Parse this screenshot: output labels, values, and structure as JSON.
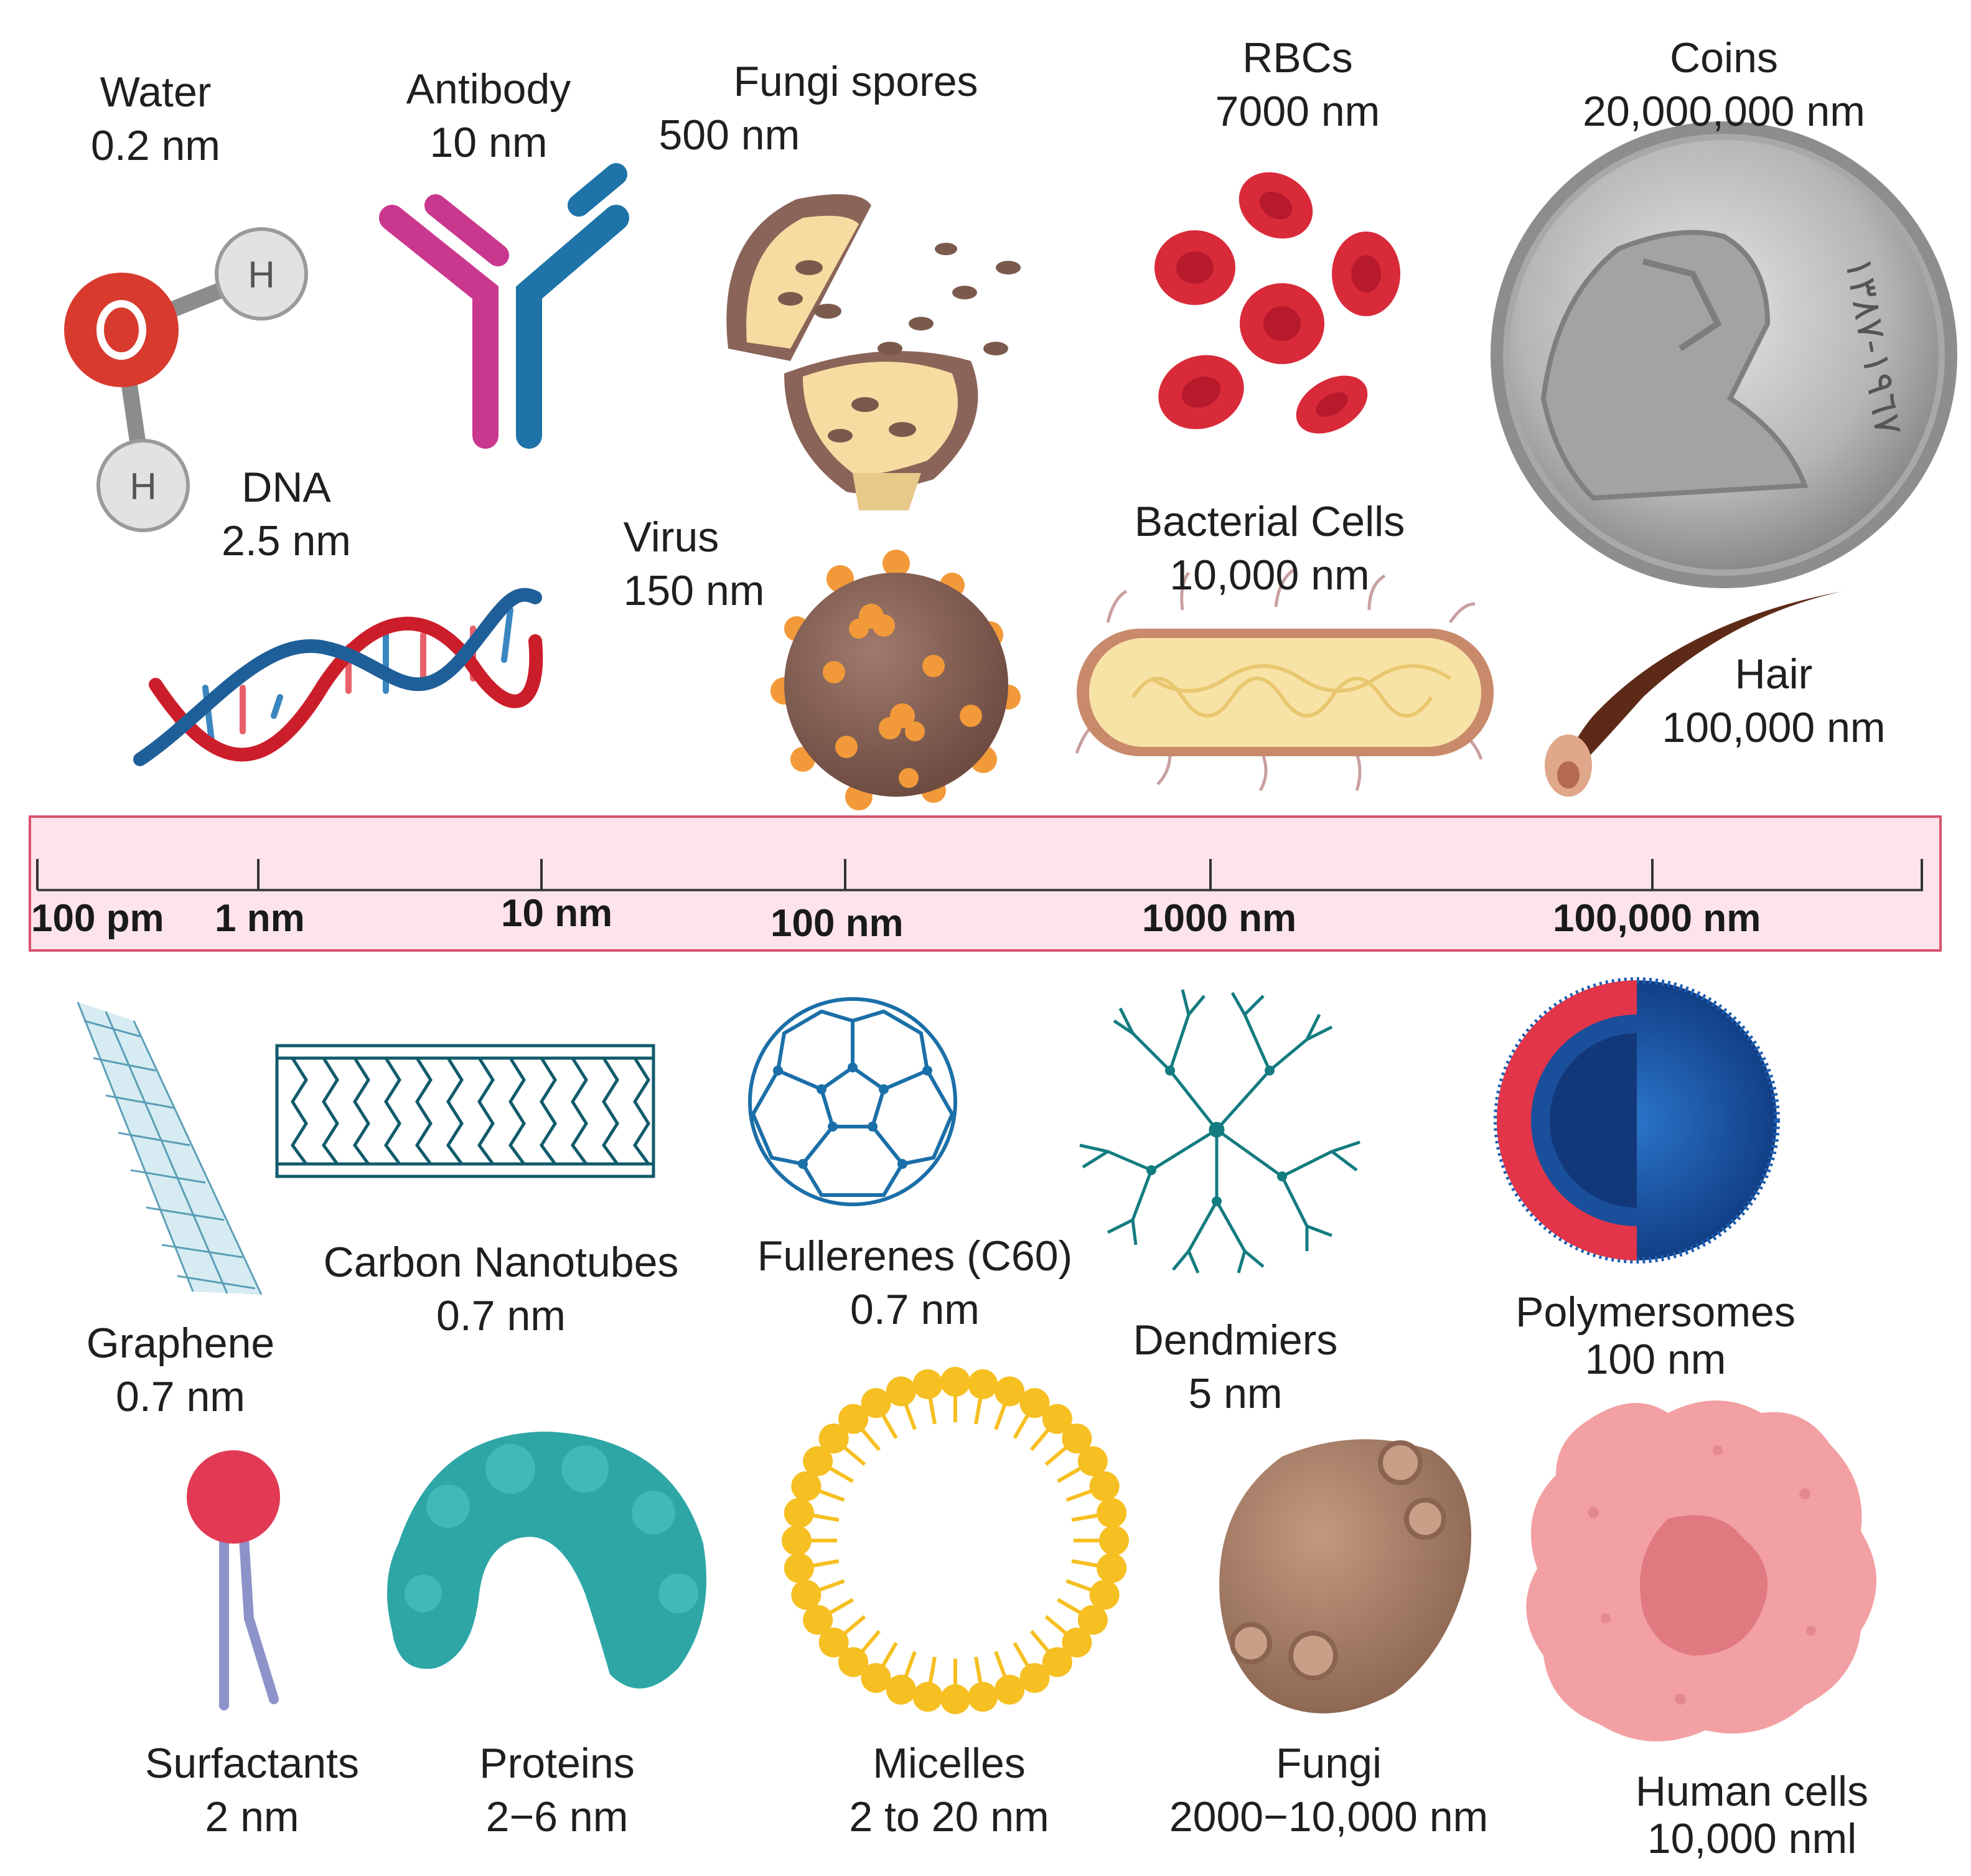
{
  "scale": {
    "ticks": [
      "100 pm",
      "1 nm",
      "10 nm",
      "100 nm",
      "1000 nm",
      "100,000 nm"
    ],
    "fill_color": "#fde4ea",
    "border_color": "#d9536e"
  },
  "items_top": [
    {
      "name": "Water",
      "size": "0.2 nm",
      "icon": "water-molecule-icon"
    },
    {
      "name": "Antibody",
      "size": "10 nm",
      "icon": "antibody-icon"
    },
    {
      "name": "Fungi spores",
      "size": "500 nm",
      "icon": "fungi-spores-icon"
    },
    {
      "name": "RBCs",
      "size": "7000 nm",
      "icon": "red-blood-cells-icon"
    },
    {
      "name": "Coins",
      "size": "20,000,000 nm",
      "icon": "coin-icon"
    },
    {
      "name": "DNA",
      "size": "2.5 nm",
      "icon": "dna-helix-icon"
    },
    {
      "name": "Virus",
      "size": "150 nm",
      "icon": "virus-icon"
    },
    {
      "name": "Bacterial Cells",
      "size": "10,000 nm",
      "icon": "bacterium-icon"
    },
    {
      "name": "Hair",
      "size": "100,000 nm",
      "icon": "hair-follicle-icon"
    }
  ],
  "items_bottom": [
    {
      "name": "Graphene",
      "size": "0.7 nm",
      "icon": "graphene-sheet-icon"
    },
    {
      "name": "Carbon Nanotubes",
      "size": "0.7 nm",
      "icon": "carbon-nanotube-icon"
    },
    {
      "name": "Fullerenes (C60)",
      "size": "0.7 nm",
      "icon": "fullerene-icon"
    },
    {
      "name": "Dendmiers",
      "size": "5 nm",
      "icon": "dendrimer-icon"
    },
    {
      "name": "Polymersomes",
      "size": "100 nm",
      "icon": "polymersome-icon"
    },
    {
      "name": "Surfactants",
      "size": "2 nm",
      "icon": "surfactant-icon"
    },
    {
      "name": "Proteins",
      "size": "2−6 nm",
      "icon": "protein-icon"
    },
    {
      "name": "Micelles",
      "size": "2 to 20 nm",
      "icon": "micelle-icon"
    },
    {
      "name": "Fungi",
      "size": "2000−10,000 nm",
      "icon": "fungi-cell-icon"
    },
    {
      "name": "Human cells",
      "size": "10,000 nml",
      "icon": "human-cell-icon"
    }
  ],
  "coin_inscription": "١٩٦٧-١٣٨٧",
  "colors": {
    "water_oxygen": "#d93a2e",
    "antibody_left": "#c9378f",
    "antibody_right": "#1e73a8",
    "rbc": "#d92a3a",
    "dna_red": "#cc1e2a",
    "dna_blue": "#1f5f99",
    "virus_body": "#8a6458",
    "virus_spike": "#f29a3a",
    "bacteria_fill": "#f8e3a6",
    "nanostructure_teal": "#0f5b6b",
    "fullerene_blue": "#1b6fa8",
    "dendrimer_teal": "#137c80",
    "polymersome_blue": "#1d5eb0",
    "polymersome_red": "#e2354a",
    "surfactant_head": "#e23a55",
    "surfactant_tail": "#8c93c9",
    "protein_teal": "#2ea6a6",
    "micelle_yellow": "#f6bf22",
    "fungi_brown": "#a9806a",
    "human_cell_pink": "#f2a0a3"
  }
}
